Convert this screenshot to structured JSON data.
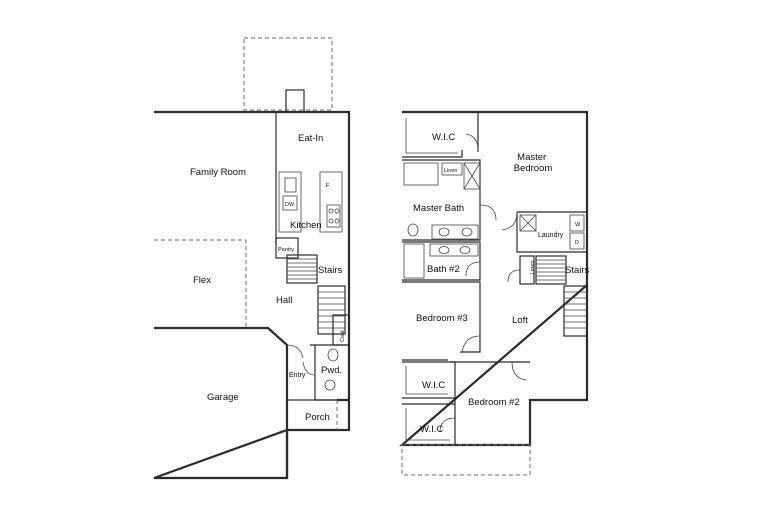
{
  "first_floor": {
    "family_room": "Family Room",
    "eat_in": "Eat-In",
    "kitchen": "Kitchen",
    "pantry": "Pantry",
    "dw": "DW",
    "fridge": "F",
    "stairs": "Stairs",
    "flex": "Flex",
    "hall": "Hall",
    "coat": "Coat",
    "entry": "Entry",
    "powder": "Pwd.",
    "garage": "Garage",
    "porch": "Porch"
  },
  "second_floor": {
    "wic_top": "W.I.C",
    "master_bedroom": "Master Bedroom",
    "linen_top": "Linen",
    "master_bath": "Master Bath",
    "laundry": "Laundry",
    "washer": "W",
    "dryer": "D",
    "bath2": "Bath #2",
    "linen_side": "Linen",
    "stairs": "Stairs",
    "bedroom3": "Bedroom #3",
    "loft": "Loft",
    "wic_mid": "W.I.C",
    "bedroom2": "Bedroom #2",
    "wic_bottom": "W.I.C"
  }
}
